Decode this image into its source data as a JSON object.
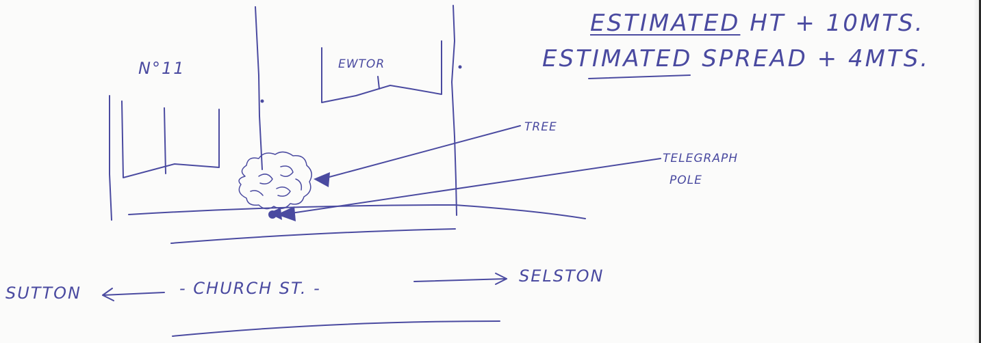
{
  "labels": {
    "height_prefix": "ESTIMATED",
    "height_suffix": "HT + 10MTS.",
    "spread_prefix": "ESTIMATED",
    "spread_suffix": "SPREAD + 4MTS.",
    "house_number": "N°11",
    "neighbour": "EWTOR",
    "tree": "TREE",
    "telegraph_line1": "TELEGRAPH",
    "telegraph_line2": "POLE",
    "direction_left": "SUTTON",
    "street_name": "- CHURCH ST. -",
    "direction_right": "SELSTON"
  },
  "colors": {
    "ink": "#4a4aa0",
    "paper": "#fbfbfa"
  }
}
